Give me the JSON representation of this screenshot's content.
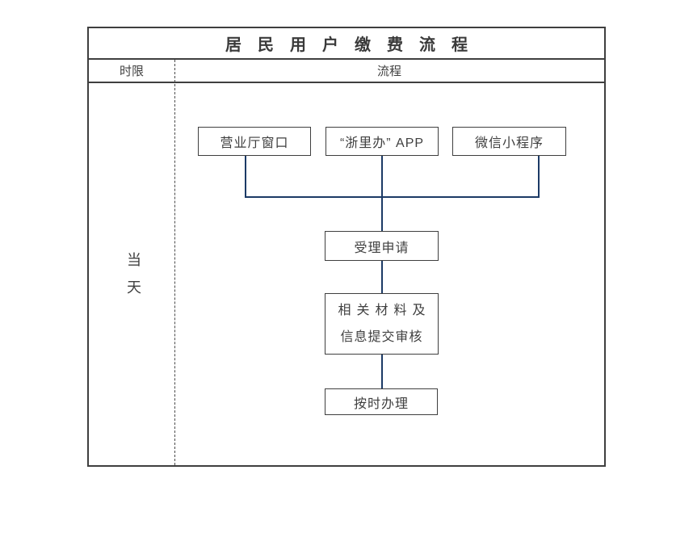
{
  "colors": {
    "background": "#ffffff",
    "table_border": "#3f3f3f",
    "text": "#3f3f3f",
    "connector_line": "#1c3a66",
    "dashed_divider": "#4a4a4a"
  },
  "table": {
    "title": "居民用户缴费流程",
    "columns": {
      "time_limit": "时限",
      "process": "流程"
    },
    "time_limit_value": "当天"
  },
  "flow": {
    "channels": [
      "营业厅窗口",
      "“浙里办” APP",
      "微信小程序"
    ],
    "accept": "受理申请",
    "review_line1": "相关材料及",
    "review_line2": "信息提交审核",
    "handle": "按时办理"
  }
}
